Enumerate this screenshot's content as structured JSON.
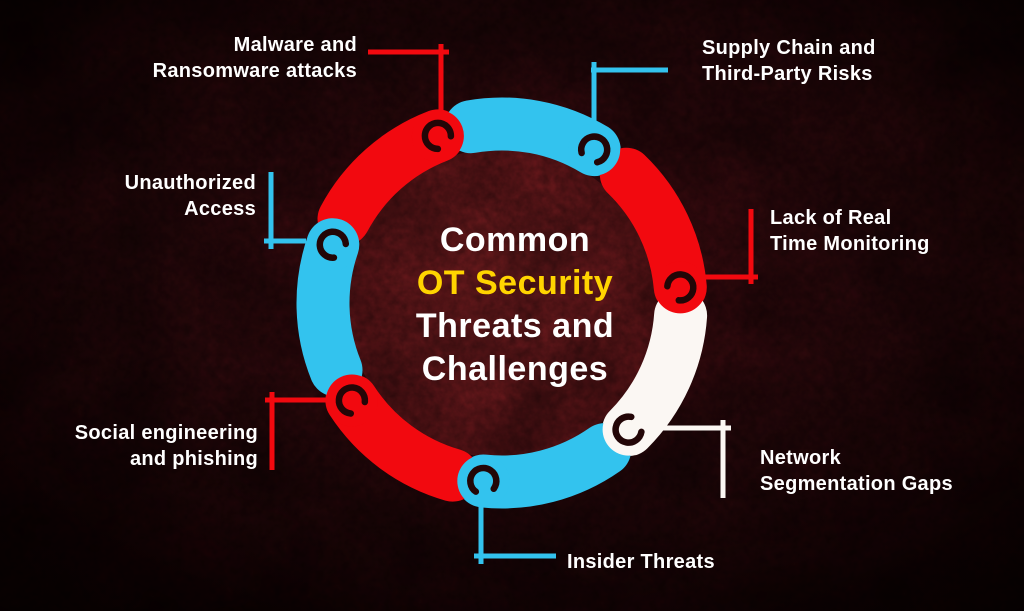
{
  "title": {
    "line1": "Common",
    "line2": "OT Security",
    "line3": "Threats and",
    "line4": "Challenges"
  },
  "labels": {
    "malware": {
      "line1": "Malware and",
      "line2": "Ransomware attacks"
    },
    "supply": {
      "line1": "Supply Chain and",
      "line2": "Third-Party Risks"
    },
    "unauthorized": {
      "line1": "Unauthorized",
      "line2": "Access"
    },
    "realtime": {
      "line1": "Lack of Real",
      "line2": "Time Monitoring"
    },
    "social": {
      "line1": "Social engineering",
      "line2": "and phishing"
    },
    "network": {
      "line1": "Network",
      "line2": "Segmentation Gaps"
    },
    "insider": {
      "line1": "Insider Threats"
    }
  },
  "palette": {
    "red": "#f2090f",
    "cyan": "#33c3ee",
    "white": "#fbf7f3",
    "yellow": "#ffd400",
    "label_text": "#ffffff",
    "bg_dark": "#190405",
    "bg_glow": "#5a1118",
    "inner_center": "#7d2023",
    "inner_edge": "#591216",
    "crescent": "#230607"
  },
  "ring": {
    "segments": [
      {
        "name": "segment-1-red",
        "color": "red",
        "bearing": -21
      },
      {
        "name": "segment-2-cyan",
        "color": "cyan",
        "bearing": 31
      },
      {
        "name": "segment-3-red",
        "color": "red",
        "bearing": 85
      },
      {
        "name": "segment-4-white",
        "color": "white",
        "bearing": 135
      },
      {
        "name": "segment-5-cyan",
        "color": "cyan",
        "bearing": 186
      },
      {
        "name": "segment-6-red",
        "color": "red",
        "bearing": 237
      },
      {
        "name": "segment-7-cyan",
        "color": "cyan",
        "bearing": 289
      }
    ]
  }
}
